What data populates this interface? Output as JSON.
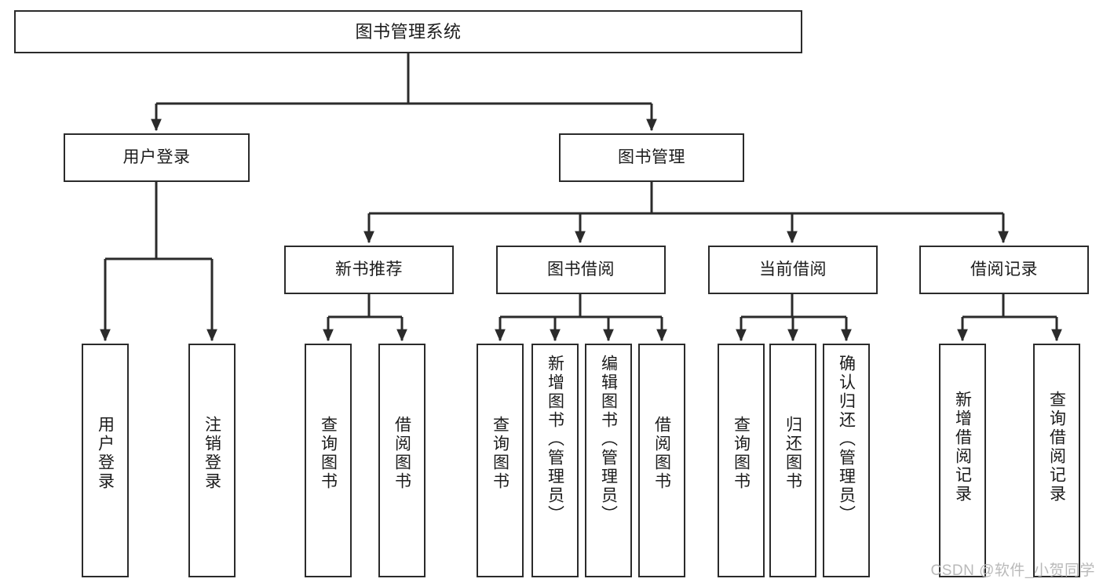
{
  "diagram": {
    "title": "图书管理系统",
    "watermark": "CSDN @软件_小贺同学",
    "stroke_color": "#2b2b2b",
    "background_color": "#ffffff",
    "text_color": "#1b1b1b",
    "watermark_color": "#b9b9b9",
    "levels": {
      "root": {
        "label": "图书管理系统"
      },
      "level2": [
        {
          "label": "用户登录"
        },
        {
          "label": "图书管理"
        }
      ],
      "level3": [
        {
          "label": "新书推荐"
        },
        {
          "label": "图书借阅"
        },
        {
          "label": "当前借阅"
        },
        {
          "label": "借阅记录"
        }
      ],
      "leaves": {
        "user_login": [
          {
            "label": "用户登录"
          },
          {
            "label": "注销登录"
          }
        ],
        "new_book_recommend": [
          {
            "label": "查询图书"
          },
          {
            "label": "借阅图书"
          }
        ],
        "book_borrow": [
          {
            "label": "查询图书"
          },
          {
            "label": "新增图书（管理员）"
          },
          {
            "label": "编辑图书（管理员）"
          },
          {
            "label": "借阅图书"
          }
        ],
        "current_borrow": [
          {
            "label": "查询图书"
          },
          {
            "label": "归还图书"
          },
          {
            "label": "确认归还（管理员）"
          }
        ],
        "borrow_record": [
          {
            "label": "新增借阅记录"
          },
          {
            "label": "查询借阅记录"
          }
        ]
      }
    }
  }
}
